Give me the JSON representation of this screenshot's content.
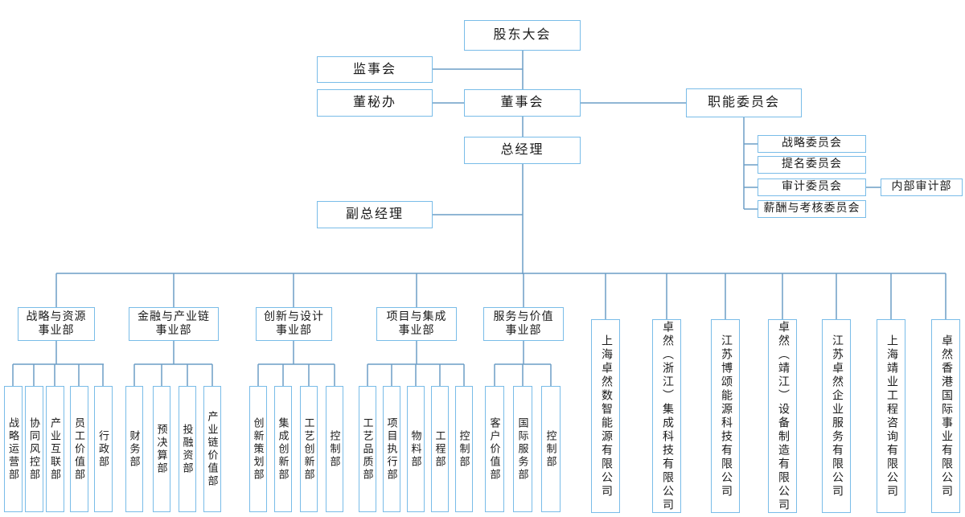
{
  "nodes": {
    "shareholders_meeting": "股东大会",
    "supervisory_board": "监事会",
    "board_secretary_office": "董秘办",
    "board_of_directors": "董事会",
    "functional_committees": "职能委员会",
    "general_manager": "总经理",
    "deputy_general_manager": "副总经理",
    "internal_audit_dept": "内部审计部"
  },
  "committees": [
    "战略委员会",
    "提名委员会",
    "审计委员会",
    "薪酬与考核委员会"
  ],
  "divisions": [
    {
      "line1": "战略与资源",
      "line2": "事业部",
      "departments": [
        "战略运营部",
        "协同风控部",
        "产业互联部",
        "员工价值部",
        "行政部"
      ]
    },
    {
      "line1": "金融与产业链",
      "line2": "事业部",
      "departments": [
        "财务部",
        "预决算部",
        "投融资部",
        "产业链价值部"
      ]
    },
    {
      "line1": "创新与设计",
      "line2": "事业部",
      "departments": [
        "创新策划部",
        "集成创新部",
        "工艺创新部",
        "控制部"
      ]
    },
    {
      "line1": "项目与集成",
      "line2": "事业部",
      "departments": [
        "工艺品质部",
        "项目执行部",
        "物料部",
        "工程部",
        "控制部"
      ]
    },
    {
      "line1": "服务与价值",
      "line2": "事业部",
      "departments": [
        "客户价值部",
        "国际服务部",
        "控制部"
      ]
    }
  ],
  "subsidiaries": [
    "上海卓然数智能源有限公司",
    "卓然（浙江）集成科技有限公司",
    "江苏博颂能源科技有限公司",
    "卓然（靖江）设备制造有限公司",
    "江苏卓然企业服务有限公司",
    "上海靖业工程咨询有限公司",
    "卓然香港国际事业有限公司"
  ],
  "colors": {
    "box_border": "#79bce8",
    "connector": "#6c9dc6",
    "text": "#1a1a1a",
    "background": "#ffffff"
  }
}
